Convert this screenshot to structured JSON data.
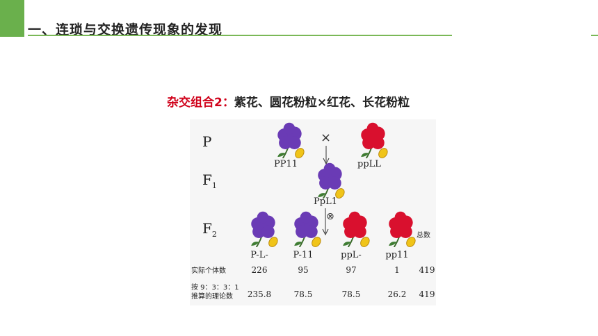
{
  "header": {
    "title": "一、连琐与交换遗传现象的发现"
  },
  "figure": {
    "title_prefix": "杂交组合2：",
    "title_rest": "紫花、圆花粉粒×红花、长花粉粒",
    "generations": {
      "p": "P",
      "f1_base": "F",
      "f1_sub": "1",
      "f2_base": "F",
      "f2_sub": "2"
    },
    "cross_symbol": "×",
    "self_symbol": "⊗",
    "parents": [
      "PP11",
      "ppLL"
    ],
    "f1_genotype": "PpL1",
    "f2_genotypes": [
      "P-L-",
      "P-11",
      "ppL-",
      "pp11"
    ],
    "total_label": "总数",
    "actual_label": "实际个体数",
    "actual_values": [
      "226",
      "95",
      "97",
      "1",
      "419"
    ],
    "theory_label_1": "按 9：3：3：1",
    "theory_label_2": "推算的理论数",
    "theory_values": [
      "235.8",
      "78.5",
      "78.5",
      "26.2",
      "419"
    ]
  },
  "colors": {
    "accent": "#6ab04c",
    "purple": "#6a3bb5",
    "red": "#d9102e",
    "pollen": "#f0c419"
  }
}
